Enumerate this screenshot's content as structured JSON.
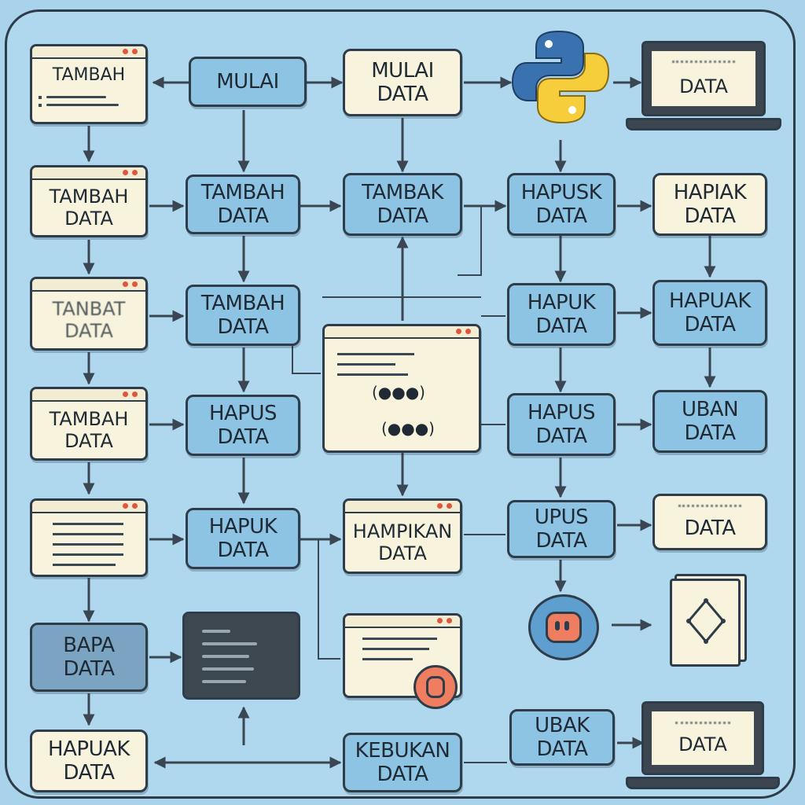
{
  "nodes": {
    "r1_win_tambah": "TAMBAH",
    "mulai": "MULAI",
    "mulai_data": [
      "MULAI",
      "DATA"
    ],
    "laptop_top_label_scribble": "",
    "laptop_top_data": "DATA",
    "c1_tambah_data_1": [
      "TAMBAH",
      "DATA"
    ],
    "c2_tambah_data_1": [
      "TAMBAH",
      "DATA"
    ],
    "c3_tambak_data": [
      "TAMBAK",
      "DATA"
    ],
    "c4_hapusk_data": [
      "HAPUSK",
      "DATA"
    ],
    "c5_hapiak_data": [
      "HAPIAK",
      "DATA"
    ],
    "c1_tanbat_data": [
      "TANBAT",
      "DATA"
    ],
    "c2_tambah_data_2": [
      "TAMBAH",
      "DATA"
    ],
    "c4_hapuk_data": [
      "HAPUK",
      "DATA"
    ],
    "c5_hapuak_data": [
      "HAPUAK",
      "DATA"
    ],
    "c1_tambah_data_3": [
      "TAMBAH",
      "DATA"
    ],
    "c2_hapus_data": [
      "HAPUS",
      "DATA"
    ],
    "c4_hapus_data": [
      "HAPUS",
      "DATA"
    ],
    "c5_uban_data": [
      "UBAN",
      "DATA"
    ],
    "code_window_paren_1": "(●●●)",
    "code_window_paren_2": "(●●●)",
    "c2_hapuk_data": [
      "HAPUK",
      "DATA"
    ],
    "c3_hampikan_data": [
      "HAMPIKAN",
      "DATA"
    ],
    "c4_upus_data": [
      "UPUS",
      "DATA"
    ],
    "c5_data": "DATA",
    "c1_bapa_data": [
      "BAPA",
      "DATA"
    ],
    "c1_hapuak_data": [
      "HAPUAK",
      "DATA"
    ],
    "c3_kebukan_data": [
      "KEBUKAN",
      "DATA"
    ],
    "c4_ubak_data": [
      "UBAK",
      "DATA"
    ],
    "laptop_bottom_data": "DATA"
  },
  "icons": [
    "python-logo-icon",
    "laptop-icon",
    "code-window-icon",
    "terminal-icon",
    "record-icon",
    "book-diamond-icon"
  ],
  "colors": {
    "background": "#a9d3ea",
    "node_blue": "#8dc3e3",
    "node_cream": "#f8f3dd",
    "outline": "#2f3c49",
    "accent_red": "#e0553d",
    "python_blue": "#3a72b0",
    "python_yellow": "#f6cd3a"
  }
}
